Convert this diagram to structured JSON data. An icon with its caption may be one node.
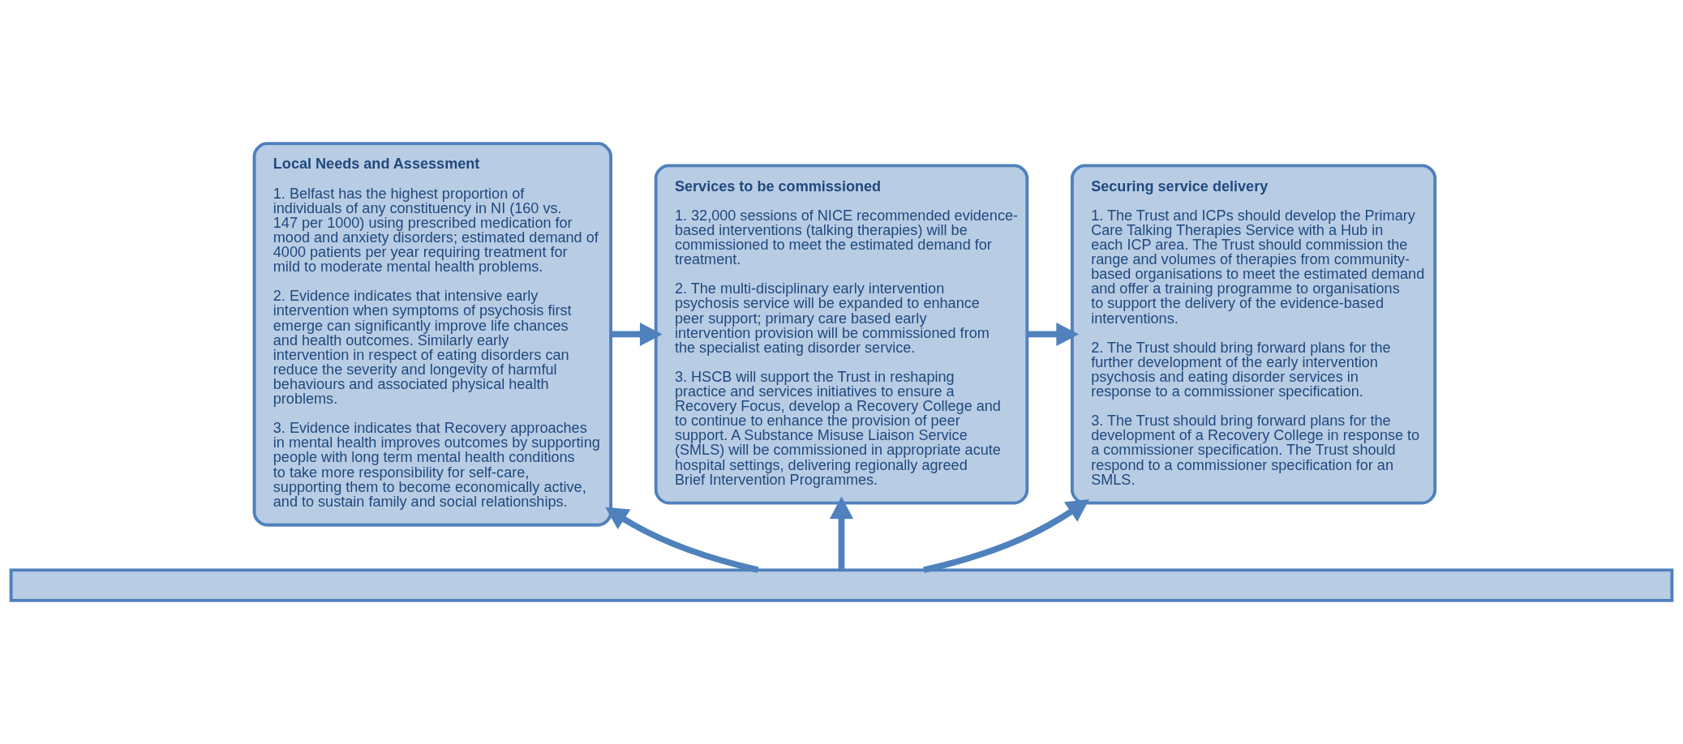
{
  "diagram": {
    "nodes": [
      {
        "text": [
          "Local Needs and Assessment",
          "1. Belfast has the highest proportion of individuals of any constituency in NI (160 vs. 147 per 1000) using prescribed medication for mood and anxiety disorders; estimated demand of 4000 patients per year requiring treatment for mild to moderate mental health problems.",
          "2. Evidence indicates that intensive early intervention when symptoms of psychosis first emerge can significantly improve life chances and health outcomes. Similarly early intervention in respect of eating disorders can reduce the severity and longevity of harmful behaviours and associated physical health problems.",
          "3. Evidence indicates that Recovery approaches in mental health improves outcomes by supporting people with long term mental health conditions to take more responsibility for self-care, supporting them to become economically active, and to sustain family and social relationships."
        ]
      },
      {
        "text": [
          "Services to be commissioned",
          "1. 32,000 sessions of NICE recommended evidence-based interventions (talking therapies) will be commissioned to meet the estimated demand for treatment.",
          "2. The multi-disciplinary early intervention psychosis service will be expanded to enhance peer support; primary care based early intervention provision will be commissioned from the specialist eating disorder service.",
          "3. HSCB will support the Trust in reshaping practice and services initiatives to ensure a Recovery Focus, develop a Recovery College and to continue to enhance the provision of peer support. A Substance Misuse Liaison Service (SMLS) will be commissioned in appropriate acute hospital settings, delivering regionally agreed Brief Intervention Programmes."
        ]
      },
      {
        "text": [
          "Securing service delivery",
          "1. The Trust and ICPs should develop the Primary Care Talking Therapies Service with a Hub in each ICP area. The Trust should commission the range and volumes of therapies from community-based organisations to meet the estimated demand and offer a training programme to organisations to support the delivery of the evidence-based interventions.",
          "2. The Trust should bring forward plans for the further development of the early intervention psychosis and eating disorder services in response to a commissioner specification.",
          "3. The Trust should bring forward plans for the development of a Recovery College in response to a commissioner specification. The Trust should respond to a commissioner specification for an SMLS."
        ]
      },
      {
        "text": [],
        "shape": "box"
      }
    ],
    "edges": [
      {
        "from": 0,
        "to": 1,
        "arrow": "to"
      },
      {
        "from": 1,
        "to": 2,
        "arrow": "to"
      },
      {
        "from": 3,
        "to": 0,
        "arrow": "to"
      },
      {
        "from": 3,
        "to": 1,
        "arrow": "to"
      },
      {
        "from": 3,
        "to": 2,
        "arrow": "to"
      }
    ]
  }
}
